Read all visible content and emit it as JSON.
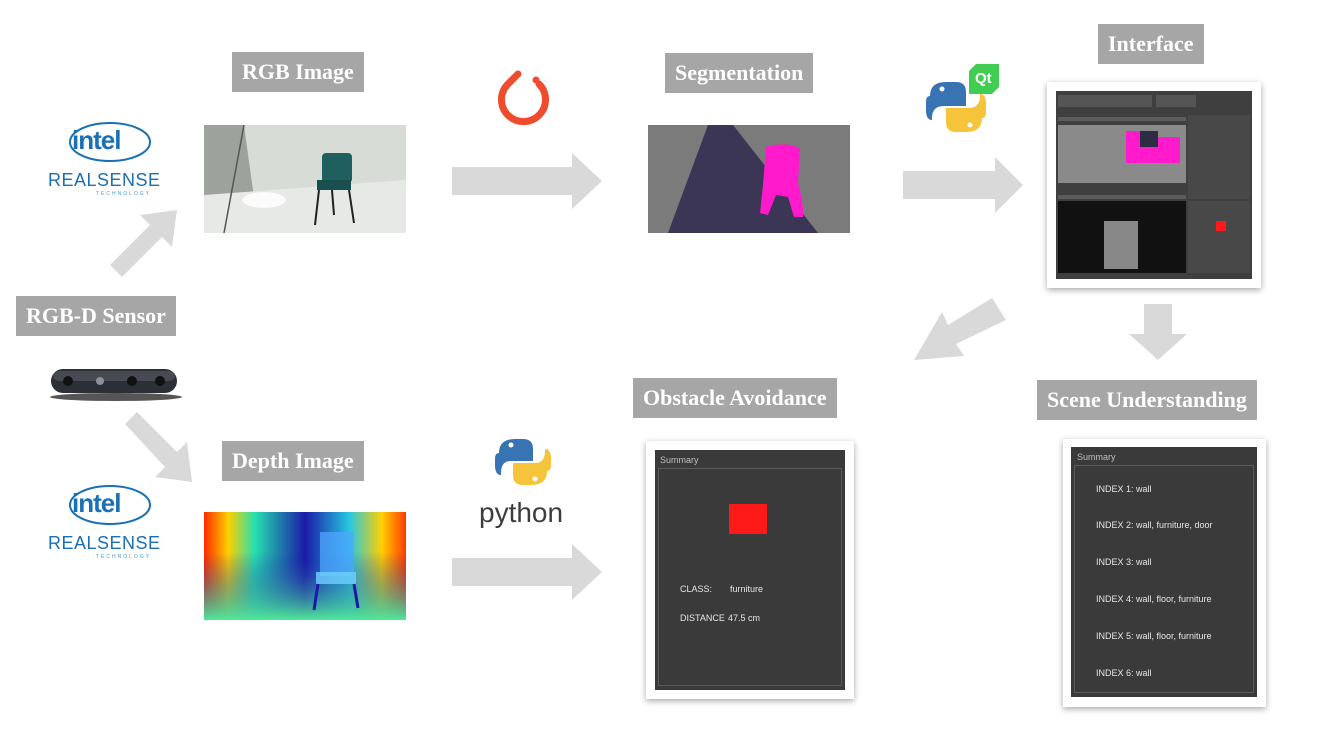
{
  "labels": {
    "rgb_image": "RGB Image",
    "segmentation": "Segmentation",
    "interface": "Interface",
    "rgbd_sensor": "RGB-D Sensor",
    "obstacle_avoidance": "Obstacle Avoidance",
    "scene_understanding": "Scene Understanding",
    "depth_image": "Depth Image"
  },
  "logos": {
    "intel": "intel",
    "realsense": "REALSENSE",
    "technology": "TECHNOLOGY",
    "python": "python",
    "qt": "Qt"
  },
  "obstacle": {
    "summary": "Summary",
    "class_label": "CLASS:",
    "class_value": "furniture",
    "distance_label": "DISTANCE",
    "distance_value": "47.5 cm"
  },
  "scene": {
    "summary": "Summary",
    "lines": [
      "INDEX 1:  wall",
      "INDEX 2:  wall, furniture, door",
      "INDEX 3:  wall",
      "INDEX 4:  wall, floor, furniture",
      "INDEX 5:  wall, floor, furniture",
      "INDEX 6:  wall"
    ]
  },
  "colors": {
    "label_bg": "#a6a6a6",
    "arrow": "#d9d9d9",
    "intel_blue": "#1a6fb5",
    "pytorch": "#ee4c2c",
    "segment_pink": "#ff1acb",
    "segment_navy": "#3b3656",
    "alert_red": "#ff1a1a"
  }
}
